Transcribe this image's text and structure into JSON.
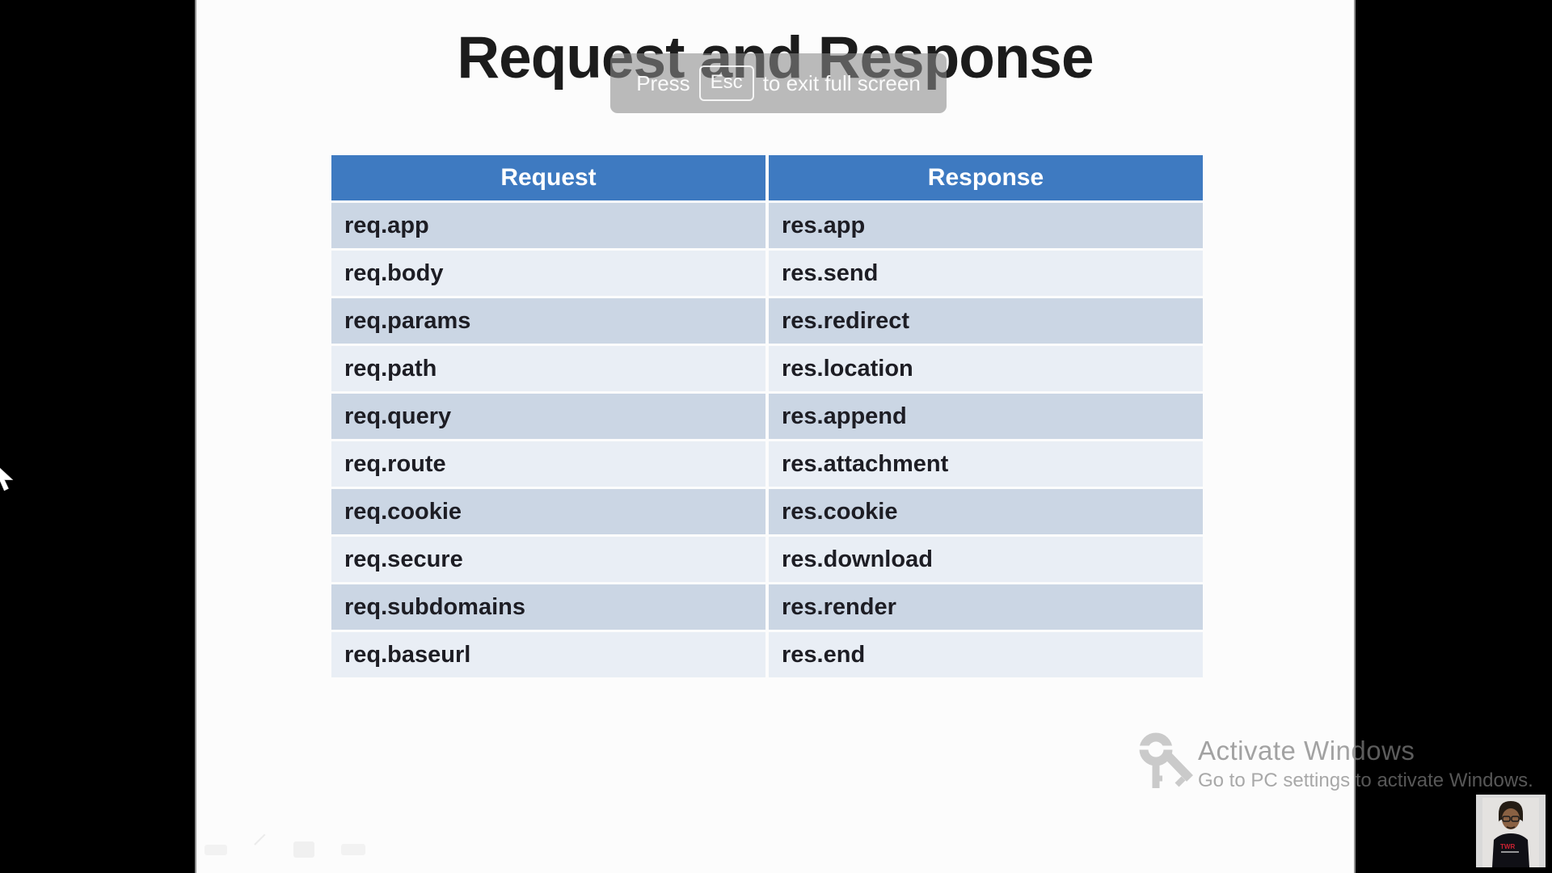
{
  "slide": {
    "title": "Request and Response"
  },
  "fullscreen_overlay": {
    "press_label": "Press",
    "key_label": "Esc",
    "suffix_label": "to exit full screen"
  },
  "table": {
    "headers": [
      "Request",
      "Response"
    ],
    "rows": [
      [
        "req.app",
        "res.app"
      ],
      [
        "req.body",
        "res.send"
      ],
      [
        "req.params",
        "res.redirect"
      ],
      [
        "req.path",
        "res.location"
      ],
      [
        "req.query",
        "res.append"
      ],
      [
        "req.route",
        "res.attachment"
      ],
      [
        "req.cookie",
        "res.cookie"
      ],
      [
        "req.secure",
        "res.download"
      ],
      [
        "req.subdomains",
        "res.render"
      ],
      [
        "req.baseurl",
        "res.end"
      ]
    ]
  },
  "watermark": {
    "line1": "Activate Windows",
    "line2": "Go to PC settings to activate Windows."
  },
  "icons": {
    "key": "windows-activation-key-icon",
    "cursor": "mouse-cursor-icon",
    "webcam": "presenter-webcam-video"
  },
  "colors": {
    "header_bg": "#3e7ac1",
    "row_odd": "#cbd6e4",
    "row_even": "#e9eef5",
    "letterbox": "#000000",
    "slide_bg": "#fcfcfc"
  }
}
